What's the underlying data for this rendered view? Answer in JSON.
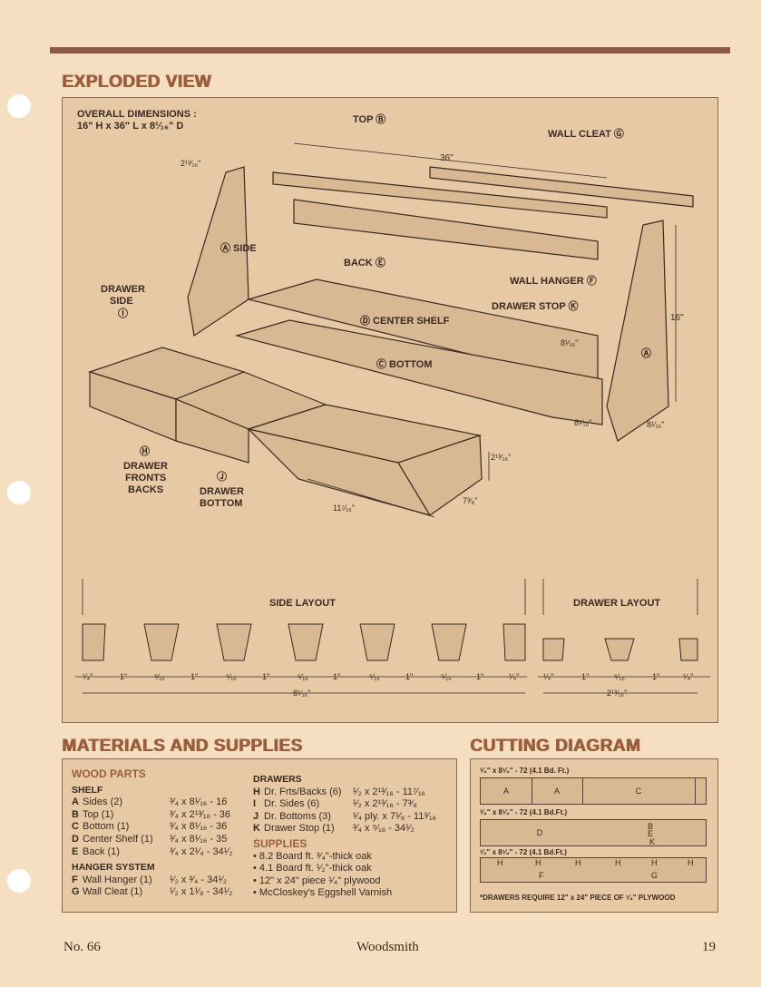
{
  "exploded": {
    "heading": "EXPLODED VIEW",
    "overall_line1": "OVERALL DIMENSIONS :",
    "overall_line2": "16\" H x 36\" L x 8¹⁄₁₆\" D",
    "labels": {
      "top": "TOP Ⓑ",
      "wall_cleat": "WALL CLEAT Ⓖ",
      "side": "Ⓐ SIDE",
      "back": "BACK Ⓔ",
      "wall_hanger": "WALL HANGER Ⓕ",
      "drawer_stop": "DRAWER STOP Ⓚ",
      "center_shelf": "Ⓓ CENTER SHELF",
      "bottom": "Ⓒ BOTTOM",
      "drawer_side_1": "DRAWER",
      "drawer_side_2": "SIDE",
      "drawer_side_3": "Ⓘ",
      "fronts_1": "Ⓗ",
      "fronts_2": "DRAWER",
      "fronts_3": "FRONTS",
      "fronts_4": "BACKS",
      "dbottom_1": "Ⓙ",
      "dbottom_2": "DRAWER",
      "dbottom_3": "BOTTOM",
      "side_a_right": "Ⓐ"
    },
    "dims": {
      "d36": "36\"",
      "d16": "16\"",
      "d2_13_16": "2¹³⁄₁₆\"",
      "d8_1_16a": "8¹⁄₁₆\"",
      "d8_1_16b": "8¹⁄₁₆\"",
      "d8_1_16c": "8¹⁄₁₆\"",
      "d11_7_16": "11⁷⁄₁₆\"",
      "d7_3_8": "7³⁄₈\"",
      "d2_13_16b": "2¹³⁄₁₆\""
    },
    "side_layout": {
      "title": "SIDE LAYOUT",
      "dims": [
        "¹⁄₄\"",
        "1\"",
        "⁵⁄₁₆",
        "1\"",
        "⁵⁄₁₆",
        "1\"",
        "⁵⁄₁₆",
        "1\"",
        "⁵⁄₁₆",
        "1\"",
        "⁵⁄₁₆",
        "1\"",
        "¹⁄₄\""
      ],
      "total": "8¹⁄₁₆\""
    },
    "drawer_layout": {
      "title": "DRAWER LAYOUT",
      "dims": [
        "¹⁄₄\"",
        "1\"",
        "⁵⁄₁₆",
        "1\"",
        "¹⁄₄\""
      ],
      "total": "2¹³⁄₁₆\""
    }
  },
  "materials": {
    "heading": "MATERIALS AND SUPPLIES",
    "wood_parts": "WOOD PARTS",
    "shelf": "SHELF",
    "shelf_items": [
      {
        "key": "A",
        "name": "Sides (2)",
        "dim": "³⁄₄ x 8¹⁄₁₆ - 16"
      },
      {
        "key": "B",
        "name": "Top (1)",
        "dim": "³⁄₄ x 2¹³⁄₁₆ - 36"
      },
      {
        "key": "C",
        "name": "Bottom (1)",
        "dim": "³⁄₄ x 8¹⁄₁₆ - 36"
      },
      {
        "key": "D",
        "name": "Center Shelf (1)",
        "dim": "³⁄₄ x 8¹⁄₁₆ - 35"
      },
      {
        "key": "E",
        "name": "Back (1)",
        "dim": "³⁄₄ x 2¹⁄₄ - 34¹⁄₂"
      }
    ],
    "hanger_system": "HANGER SYSTEM",
    "hanger_items": [
      {
        "key": "F",
        "name": "Wall Hanger (1)",
        "dim": "¹⁄₂ x ³⁄₄ - 34¹⁄₂"
      },
      {
        "key": "G",
        "name": "Wall Cleat (1)",
        "dim": "¹⁄₂ x 1¹⁄₈ - 34¹⁄₂"
      }
    ],
    "drawers": "DRAWERS",
    "drawer_items": [
      {
        "key": "H",
        "name": "Dr. Frts/Backs (6)",
        "dim": "¹⁄₂ x 2¹³⁄₁₆ - 11⁷⁄₁₆"
      },
      {
        "key": "I",
        "name": "Dr. Sides (6)",
        "dim": "¹⁄₂ x 2¹³⁄₁₆ - 7³⁄₈"
      },
      {
        "key": "J",
        "name": "Dr. Bottoms (3)",
        "dim": "¹⁄₄ ply. x 7¹⁄₈ - 11³⁄₁₆"
      },
      {
        "key": "K",
        "name": "Drawer Stop (1)",
        "dim": "³⁄₄ x ⁵⁄₁₆ - 34¹⁄₂"
      }
    ],
    "supplies": "SUPPLIES",
    "supply_items": [
      "8.2 Board ft. ³⁄₄\"-thick oak",
      "4.1 Board ft. ¹⁄₂\"-thick oak",
      "12\" x 24\" piece ¹⁄₄\" plywood",
      "McCloskey's Eggshell Varnish"
    ]
  },
  "cutting": {
    "heading": "CUTTING DIAGRAM",
    "board1": "³⁄₄\" x 8¹⁄₄\" - 72  (4.1 Bd. Ft.)",
    "board2": "³⁄₄\" x 8¹⁄₄\" - 72  (4.1 Bd.Ft.)",
    "board3": "¹⁄₂\" x 8¹⁄₄\" - 72  (4.1 Bd.Ft.)",
    "b1_parts": [
      "A",
      "A",
      "C"
    ],
    "b2_parts": [
      "D",
      "B",
      "E",
      "K"
    ],
    "b3_top": [
      "H",
      "H",
      "H",
      "H",
      "H",
      "H"
    ],
    "b3_mid": [
      "F",
      "G"
    ],
    "note": "*DRAWERS REQUIRE 12\" x 24\" PIECE OF ¹⁄₄\" PLYWOOD"
  },
  "footer": {
    "issue": "No. 66",
    "magazine": "Woodsmith",
    "page": "19"
  }
}
